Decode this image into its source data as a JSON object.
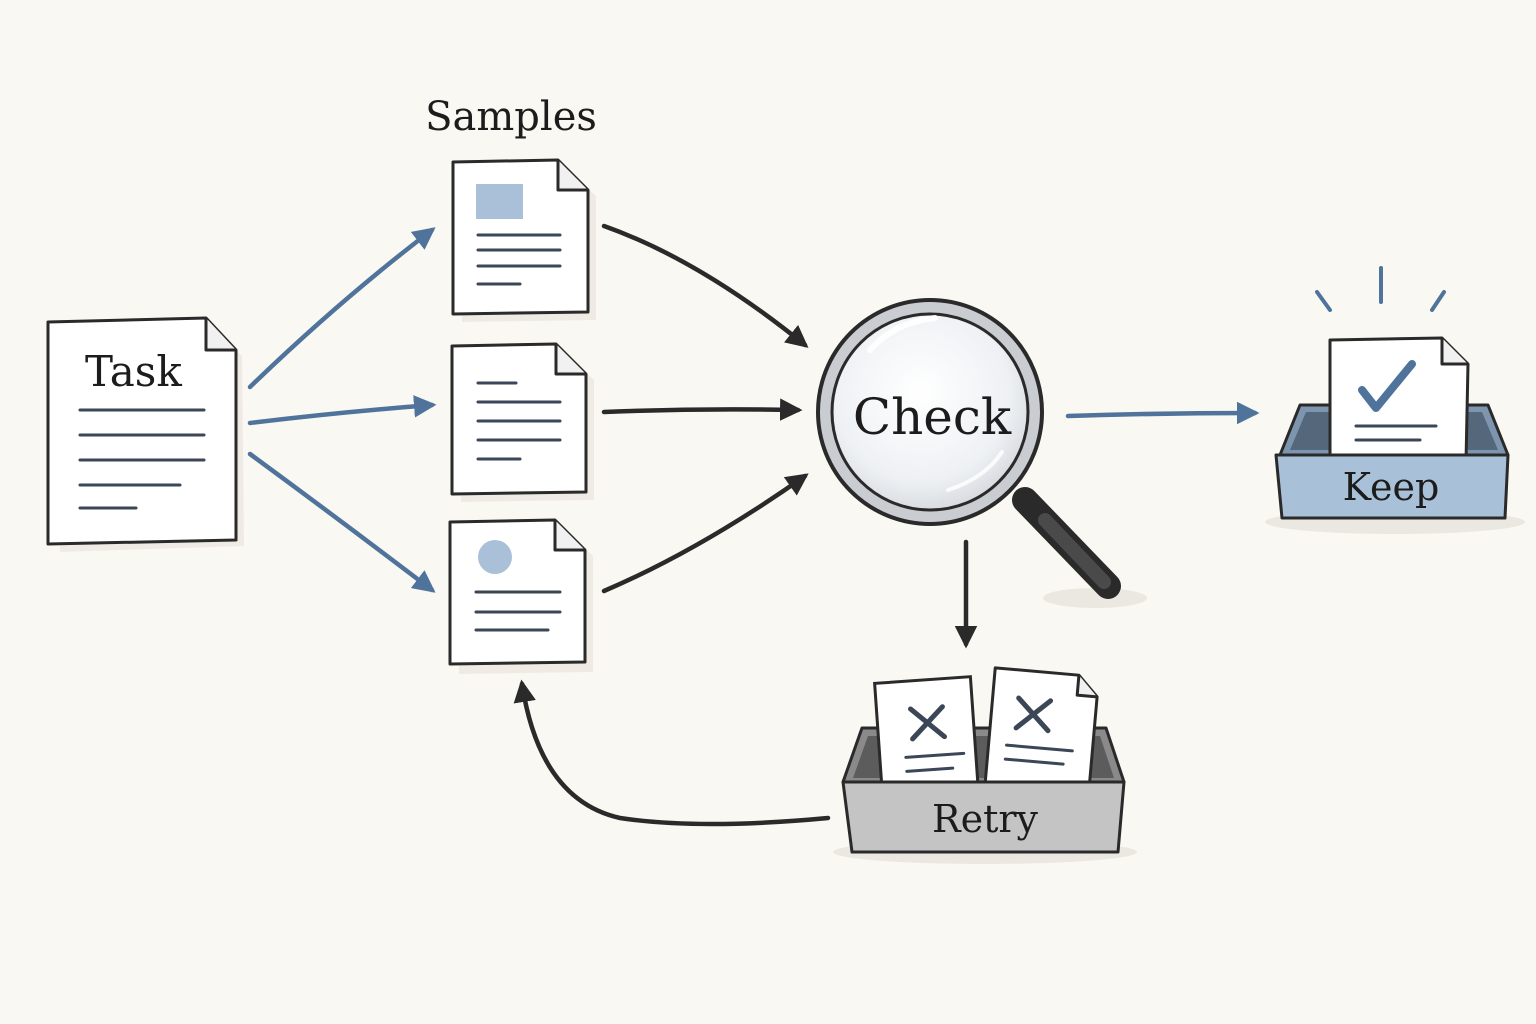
{
  "labels": {
    "task": "Task",
    "samples": "Samples",
    "check": "Check",
    "keep": "Keep",
    "retry": "Retry"
  },
  "colors": {
    "background": "#faf8f2",
    "ink": "#2a2a2a",
    "blue_arrow": "#4f739b",
    "blue_accent": "#a9c0d8",
    "keep_tray": "#a9c1d8",
    "retry_tray": "#c4c4c4"
  },
  "icons": {
    "check": "magnifying-glass-icon",
    "keep_doc": "checkmark-icon",
    "retry_docs": "x-mark-icon"
  }
}
